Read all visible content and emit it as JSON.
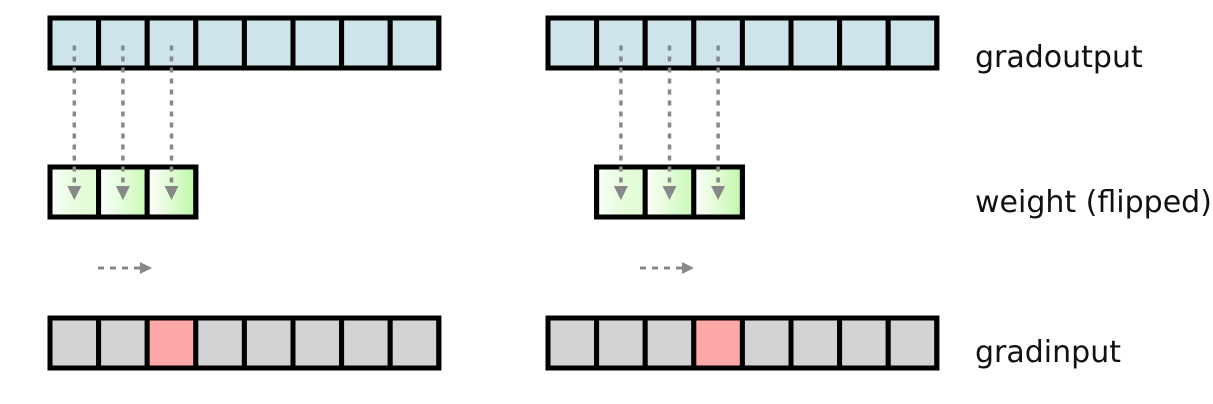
{
  "labels": {
    "gradoutput": "gradoutput",
    "weight": "weight (flipped)",
    "gradinput": "gradinput"
  },
  "colors": {
    "gradoutput_cell": "#cde4ea",
    "gradinput_cell": "#d3d3d3",
    "highlight_cell": "#ffa8a8",
    "weight_light": "#ffffff",
    "weight_dark": "#bff7a6",
    "border": "#000000",
    "arrow": "#888888"
  },
  "icons": {
    "vertical_arrow": "dotted-down-arrow-icon",
    "slide_arrow": "dashed-right-arrow-icon"
  },
  "panels": [
    {
      "gradoutput_cells": 8,
      "weight_cells": 3,
      "weight_offset": 0,
      "gradinput_cells": 8,
      "highlight_index": 2
    },
    {
      "gradoutput_cells": 8,
      "weight_cells": 3,
      "weight_offset": 1,
      "gradinput_cells": 8,
      "highlight_index": 3
    }
  ]
}
